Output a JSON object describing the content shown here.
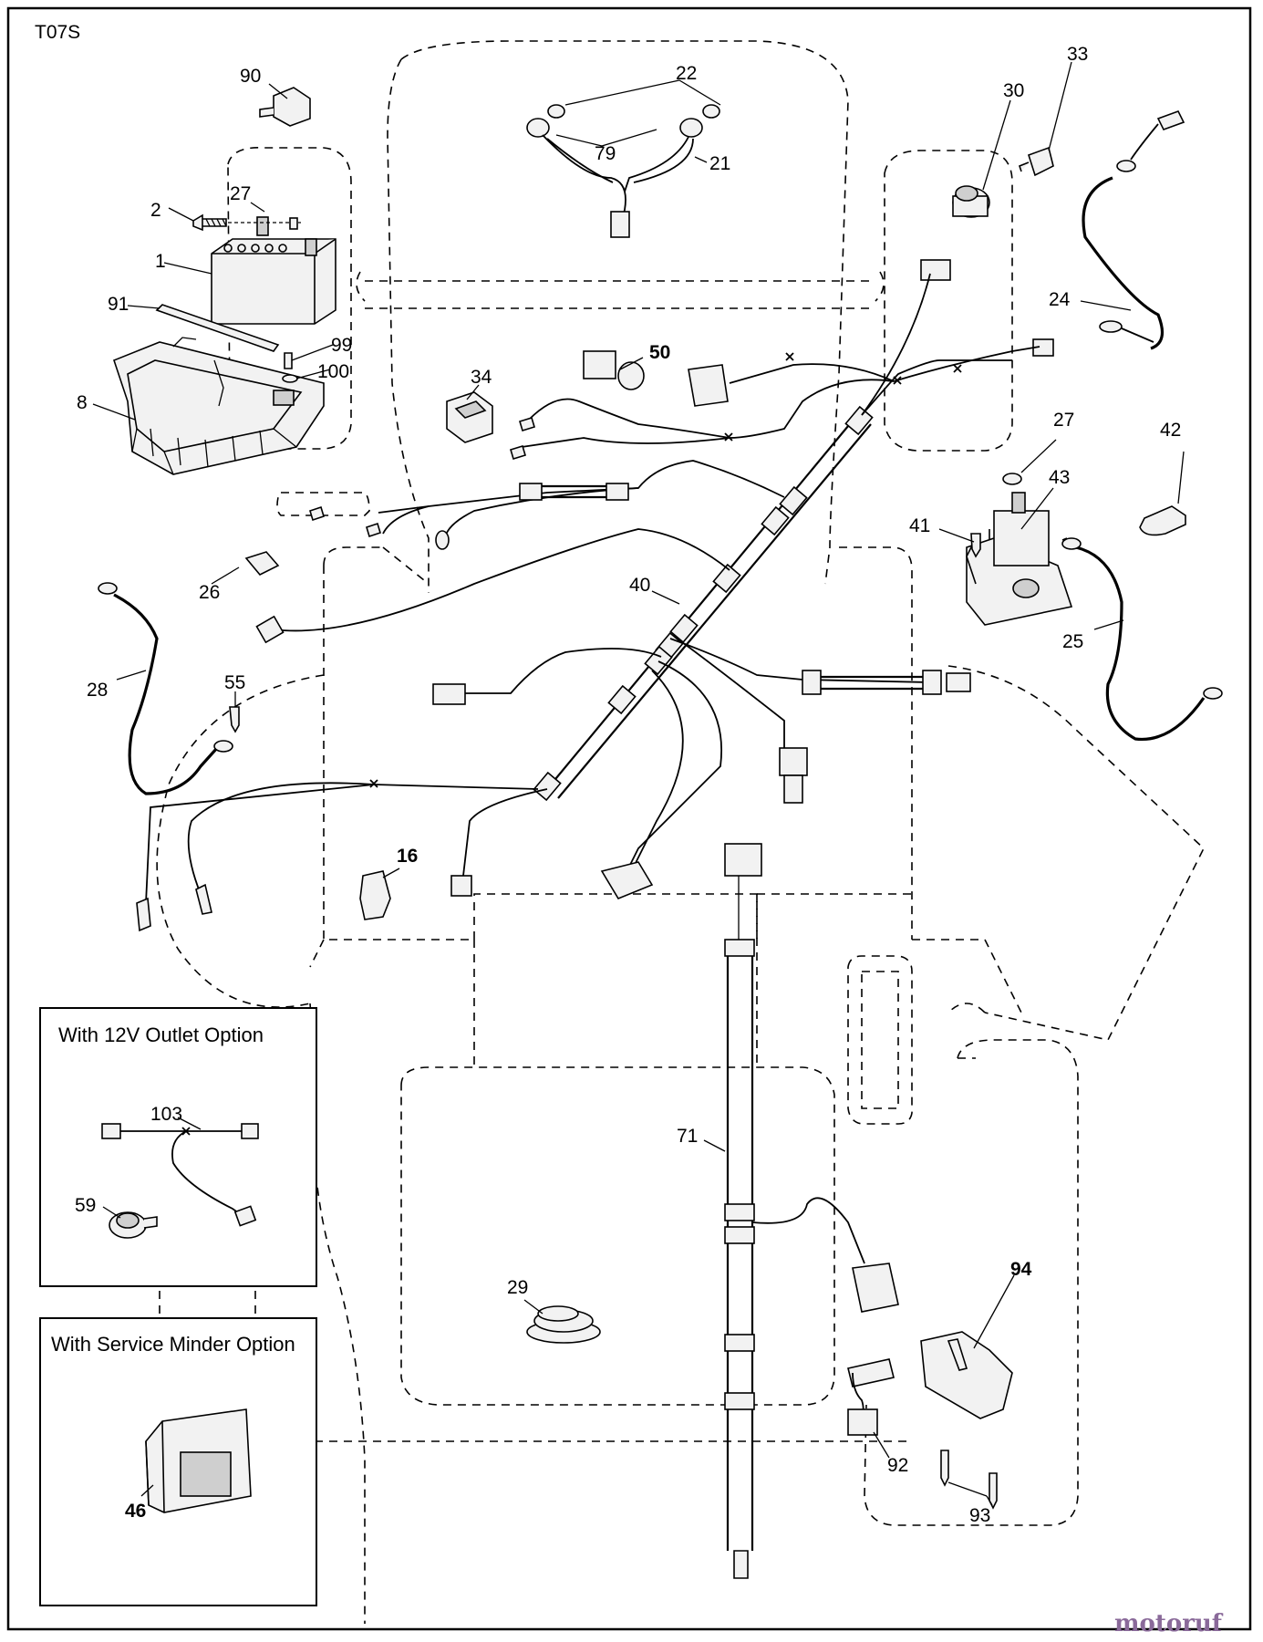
{
  "diagram_code": "T07S",
  "watermark": "motoruf",
  "inset_12v": {
    "title": "With 12V Outlet Option"
  },
  "inset_service": {
    "title": "With Service Minder Option"
  },
  "callouts": [
    {
      "id": "c90",
      "text": "90"
    },
    {
      "id": "c22",
      "text": "22"
    },
    {
      "id": "c33",
      "text": "33"
    },
    {
      "id": "c30",
      "text": "30"
    },
    {
      "id": "c79",
      "text": "79"
    },
    {
      "id": "c21",
      "text": "21"
    },
    {
      "id": "c27a",
      "text": "27"
    },
    {
      "id": "c2",
      "text": "2"
    },
    {
      "id": "c1",
      "text": "1"
    },
    {
      "id": "c91",
      "text": "91"
    },
    {
      "id": "c99",
      "text": "99"
    },
    {
      "id": "c100",
      "text": "100"
    },
    {
      "id": "c8",
      "text": "8"
    },
    {
      "id": "c50",
      "text": "50"
    },
    {
      "id": "c34",
      "text": "34"
    },
    {
      "id": "c24",
      "text": "24"
    },
    {
      "id": "c27b",
      "text": "27"
    },
    {
      "id": "c42",
      "text": "42"
    },
    {
      "id": "c43",
      "text": "43"
    },
    {
      "id": "c41",
      "text": "41"
    },
    {
      "id": "c40",
      "text": "40"
    },
    {
      "id": "c26",
      "text": "26"
    },
    {
      "id": "c25",
      "text": "25"
    },
    {
      "id": "c28",
      "text": "28"
    },
    {
      "id": "c55",
      "text": "55"
    },
    {
      "id": "c16",
      "text": "16"
    },
    {
      "id": "c103",
      "text": "103"
    },
    {
      "id": "c59",
      "text": "59"
    },
    {
      "id": "c71",
      "text": "71"
    },
    {
      "id": "c29",
      "text": "29"
    },
    {
      "id": "c94",
      "text": "94"
    },
    {
      "id": "c92",
      "text": "92"
    },
    {
      "id": "c93",
      "text": "93"
    },
    {
      "id": "c46",
      "text": "46"
    }
  ]
}
